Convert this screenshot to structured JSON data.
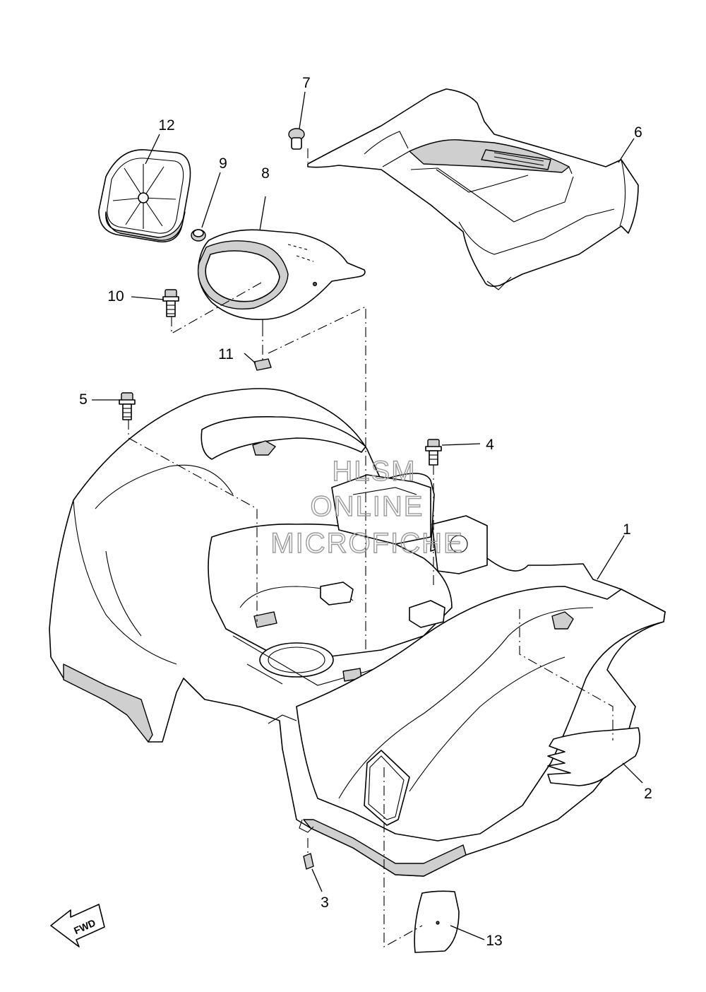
{
  "diagram": {
    "callouts": {
      "c1": "1",
      "c2": "2",
      "c3": "3",
      "c4": "4",
      "c5": "5",
      "c6": "6",
      "c7": "7",
      "c8": "8",
      "c9": "9",
      "c10": "10",
      "c11": "11",
      "c12": "12",
      "c13": "13"
    },
    "direction_label": "FWD",
    "watermark": {
      "line1": "HLSM",
      "line2": "ONLINE",
      "line3": "MICROFICHE"
    }
  }
}
